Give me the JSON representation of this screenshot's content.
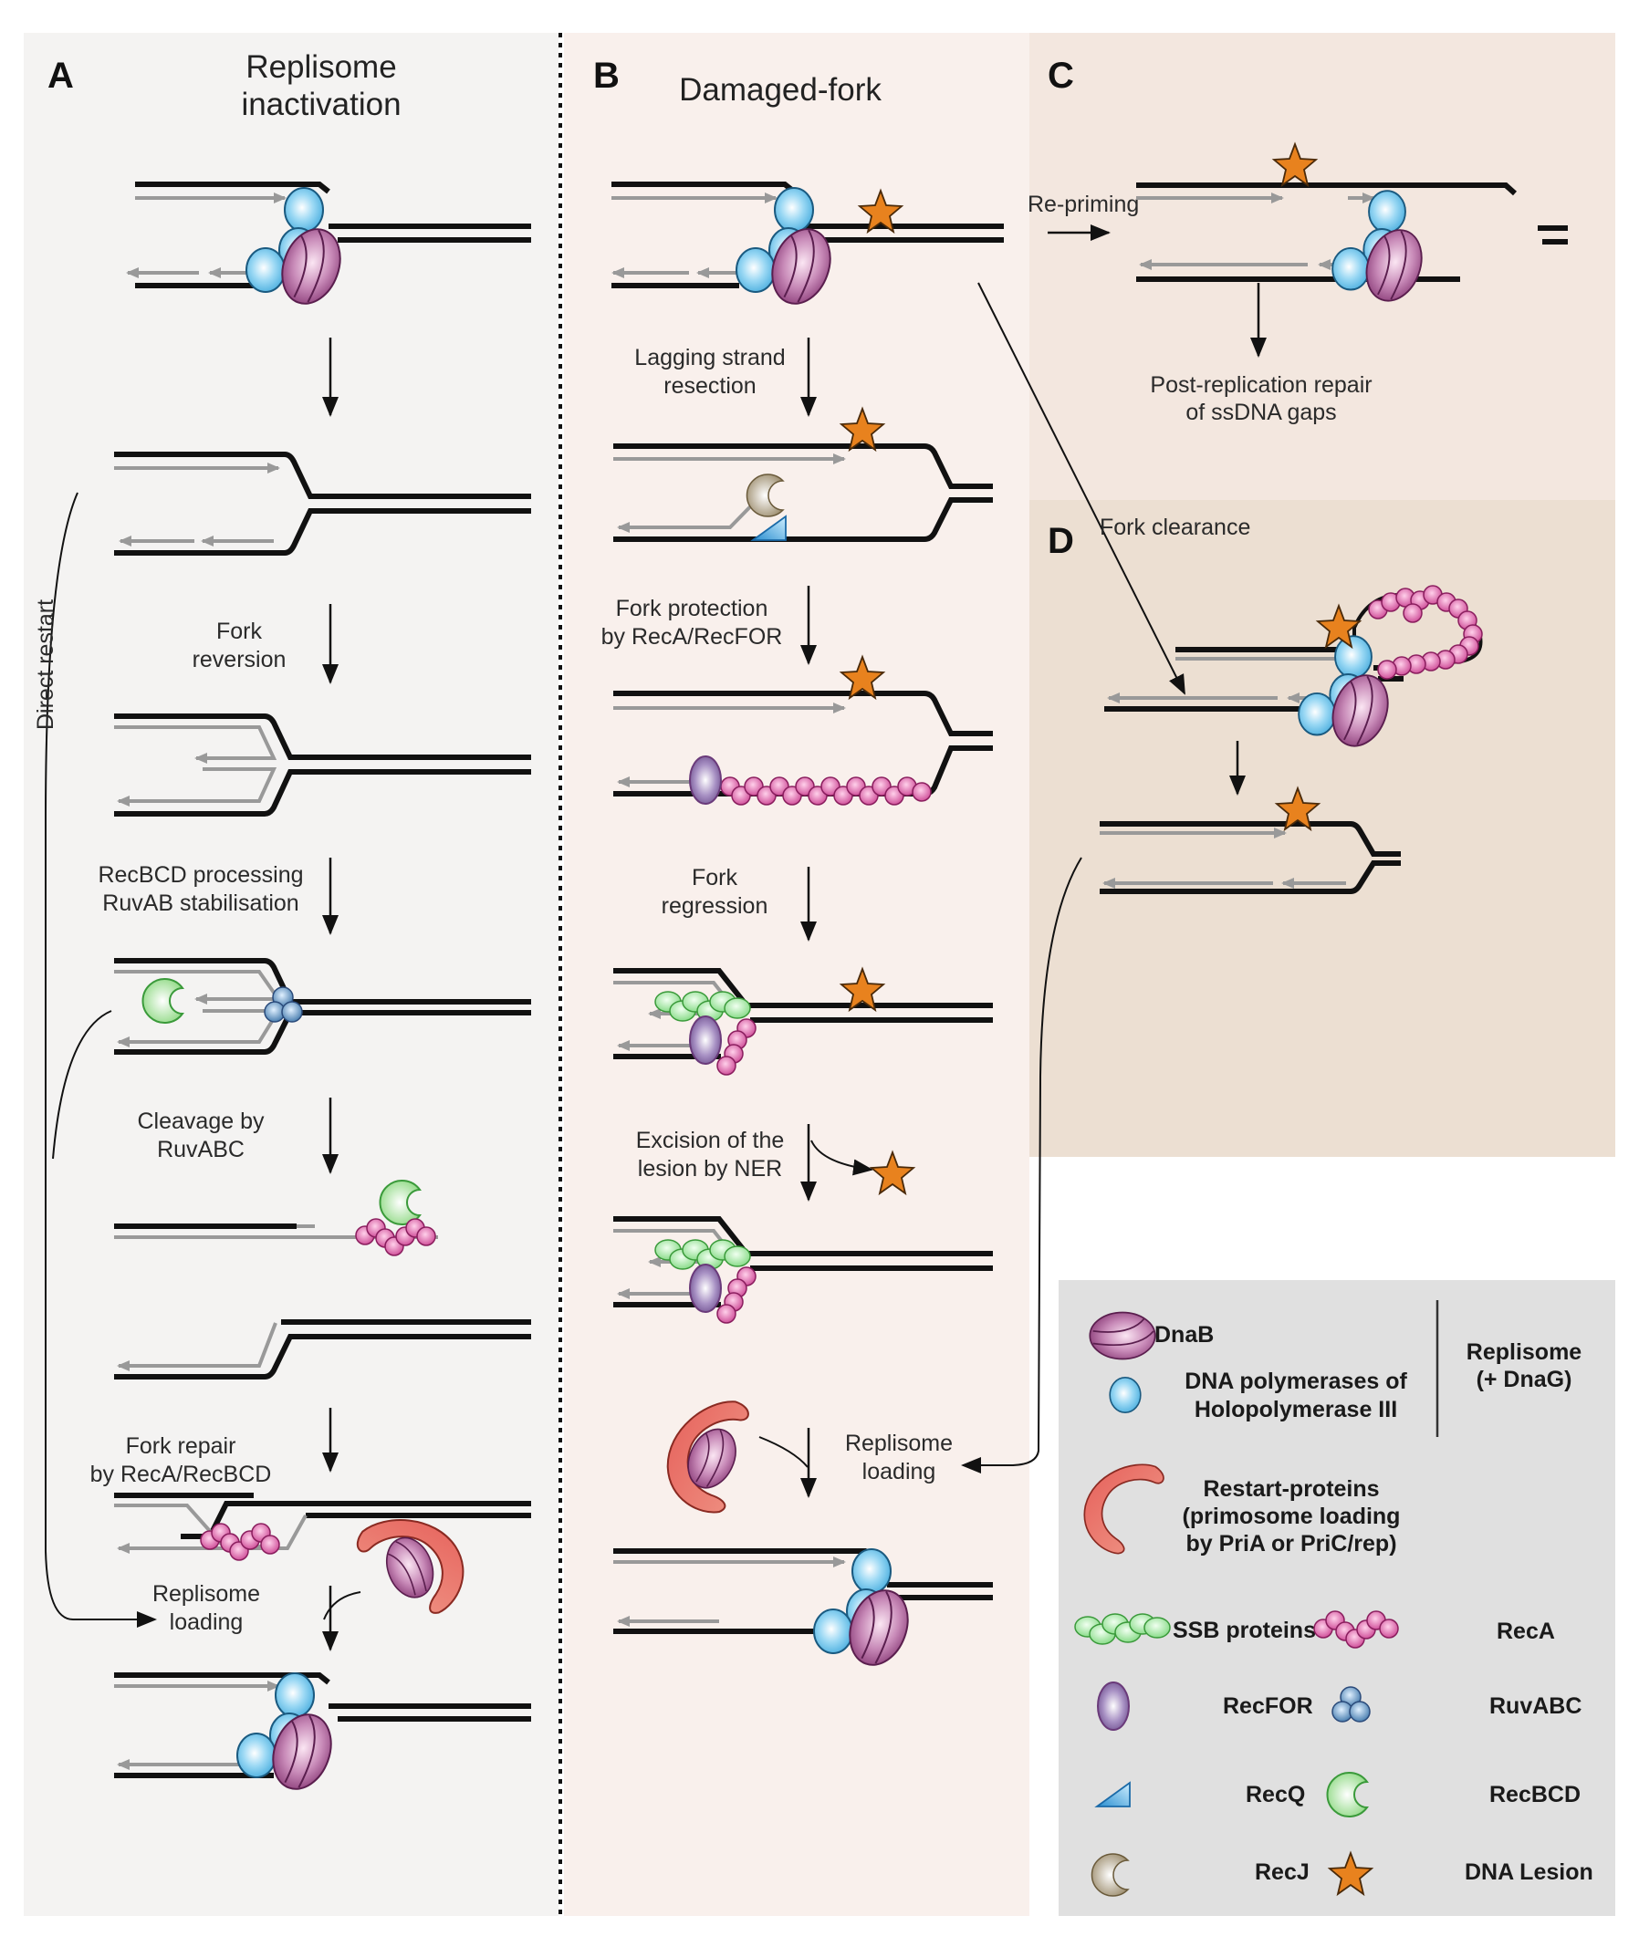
{
  "colors": {
    "panel_a_bg": "#f4f3f2",
    "panel_b_bg": "#f9f0ec",
    "panel_c_bg": "#f3e7df",
    "panel_d_bg": "#ecdfd2",
    "legend_bg": "#e0e0e0",
    "dna_parental": "#111111",
    "dna_nascent": "#999999",
    "dnab": "#9b4f8a",
    "polymerase": "#6cc3ea",
    "restart_protein": "#e8746a",
    "ssb": "#9be29b",
    "reca": "#e070b0",
    "recfor": "#8a6aa8",
    "ruvabc": "#5b8cb8",
    "recq": "#3aa0d8",
    "recbcd": "#9bd88a",
    "recj": "#a89478",
    "lesion": "#e8821e"
  },
  "panels": {
    "A": {
      "letter": "A",
      "title_lines": [
        "Replisome",
        "inactivation"
      ],
      "steps": {
        "fork_reversion": [
          "Fork",
          "reversion"
        ],
        "recbcd_processing": [
          "RecBCD processing",
          "RuvAB stabilisation"
        ],
        "cleavage": [
          "Cleavage by",
          "RuvABC"
        ],
        "fork_repair": [
          "Fork repair",
          "by RecA/RecBCD"
        ],
        "replisome_loading": [
          "Replisome",
          "loading"
        ]
      },
      "side_label": "Direct restart"
    },
    "B": {
      "letter": "B",
      "title": "Damaged-fork",
      "steps": {
        "lagging_resection": [
          "Lagging strand",
          "resection"
        ],
        "fork_protection": [
          "Fork protection",
          "by RecA/RecFOR"
        ],
        "fork_regression": [
          "Fork",
          "regression"
        ],
        "excision": [
          "Excision of the",
          "lesion by NER"
        ],
        "replisome_loading": [
          "Replisome",
          "loading"
        ]
      }
    },
    "C": {
      "letter": "C",
      "arrow_label": "Re-priming",
      "outcome_lines": [
        "Post-replication repair",
        "of ssDNA gaps"
      ]
    },
    "D": {
      "letter": "D",
      "arrow_label": "Fork clearance"
    }
  },
  "legend": {
    "group_label_lines": [
      "Replisome",
      "(+ DnaG)"
    ],
    "items": [
      {
        "icon": "dnab-icon",
        "label_lines": [
          "DnaB"
        ]
      },
      {
        "icon": "polymerase-icon",
        "label_lines": [
          "DNA polymerases of",
          "Holopolymerase III"
        ]
      },
      {
        "icon": "restart-protein-icon",
        "label_lines": [
          "Restart-proteins",
          "(primosome loading",
          "by PriA or PriC/rep)"
        ]
      },
      {
        "icon": "ssb-icon",
        "label_lines": [
          "SSB proteins"
        ]
      },
      {
        "icon": "reca-icon",
        "label_lines": [
          "RecA"
        ]
      },
      {
        "icon": "recfor-icon",
        "label_lines": [
          "RecFOR"
        ]
      },
      {
        "icon": "ruvabc-icon",
        "label_lines": [
          "RuvABC"
        ]
      },
      {
        "icon": "recq-icon",
        "label_lines": [
          "RecQ"
        ]
      },
      {
        "icon": "recbcd-icon",
        "label_lines": [
          "RecBCD"
        ]
      },
      {
        "icon": "recj-icon",
        "label_lines": [
          "RecJ"
        ]
      },
      {
        "icon": "lesion-icon",
        "label_lines": [
          "DNA Lesion"
        ]
      }
    ]
  }
}
